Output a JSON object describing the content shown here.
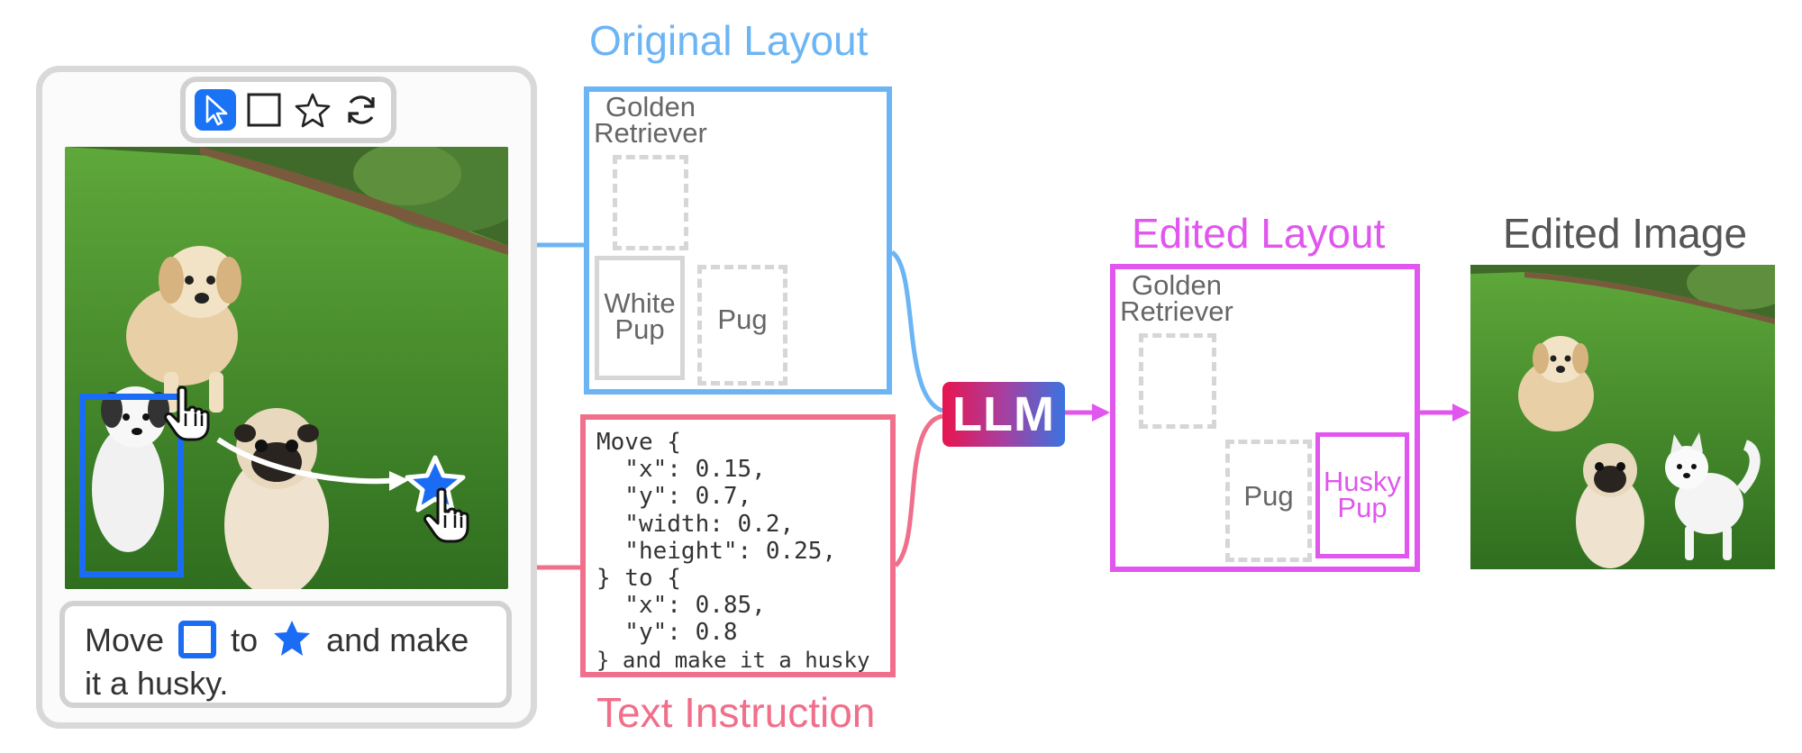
{
  "toolbar": {
    "tools": [
      "cursor-icon",
      "rectangle-icon",
      "star-icon",
      "refresh-icon"
    ],
    "active_tool": "cursor-icon"
  },
  "instruction": {
    "part1": "Move",
    "part2": "to",
    "part3": "and make it a husky."
  },
  "original_layout": {
    "title": "Original Layout",
    "boxes": [
      {
        "label_line1": "Golden",
        "label_line2": "Retriever"
      },
      {
        "label_line1": "White",
        "label_line2": "Pup"
      },
      {
        "label_line1": "Pug",
        "label_line2": ""
      }
    ]
  },
  "text_instruction": {
    "title": "Text Instruction",
    "code_lines": [
      "Move {",
      "  \"x\": 0.15,",
      "  \"y\": 0.7,",
      "  \"width: 0.2,",
      "  \"height\": 0.25,",
      "} to {",
      "  \"x\": 0.85,",
      "  \"y\": 0.8",
      "} and make it a husky"
    ]
  },
  "llm": {
    "label": "LLM"
  },
  "edited_layout": {
    "title": "Edited Layout",
    "boxes": [
      {
        "label_line1": "Golden",
        "label_line2": "Retriever"
      },
      {
        "label_line1": "Pug",
        "label_line2": ""
      },
      {
        "label_line1": "Husky",
        "label_line2": "Pup"
      }
    ]
  },
  "edited_image": {
    "title": "Edited Image"
  },
  "colors": {
    "blue_ui": "#1a6cf5",
    "original_layout": "#6cb5f5",
    "text_instruction": "#f06f8a",
    "edited_layout": "#e056ee",
    "llm_gradient_start": "#e8154f",
    "llm_gradient_end": "#3a73e0"
  }
}
